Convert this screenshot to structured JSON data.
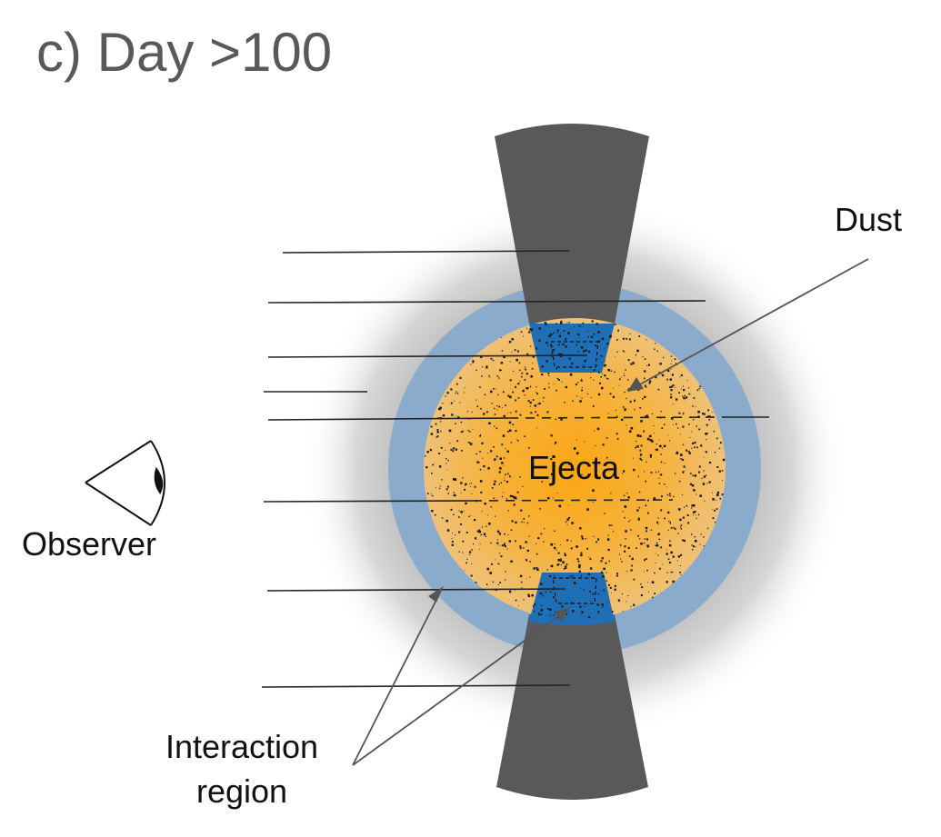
{
  "title": "c)  Day >100",
  "labels": {
    "ejecta": "Ejecta",
    "dust": "Dust",
    "observer": "Observer",
    "interaction_line1": "Interaction",
    "interaction_line2": "region"
  },
  "colors": {
    "title_text": "#595959",
    "label_text": "#111111",
    "halo": "#bdbdbd",
    "shell": "#8aabcb",
    "ejecta_core": "#fba613",
    "ejecta_edge": "#efbf6e",
    "interaction": "#1f6fb7",
    "disk": "#595959",
    "dust": "#1a1a1a",
    "lines": "#222222"
  }
}
